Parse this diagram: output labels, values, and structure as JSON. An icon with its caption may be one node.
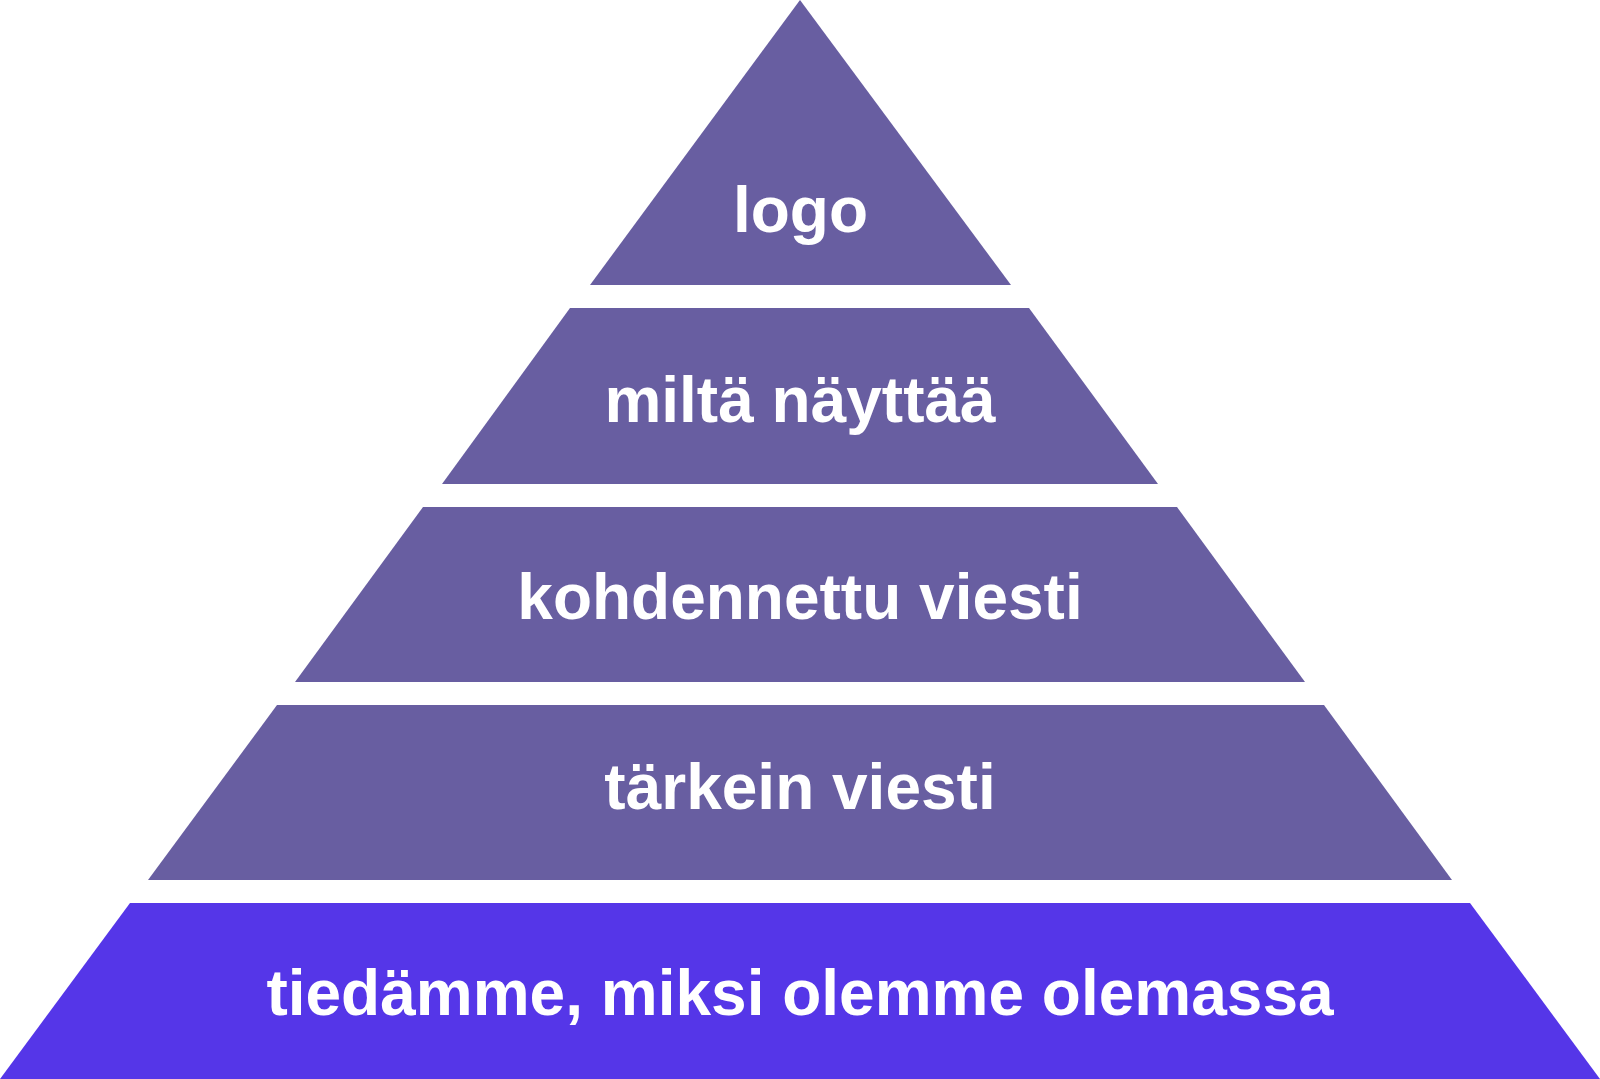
{
  "diagram": {
    "nodes": [
      {
        "text": [
          "logo"
        ]
      },
      {
        "text": [
          "miltä näyttää"
        ]
      },
      {
        "text": [
          "kohdennettu viesti"
        ]
      },
      {
        "text": [
          "tärkein viesti"
        ]
      },
      {
        "text": [
          "tiedämme, miksi olemme olemassa"
        ]
      }
    ]
  }
}
